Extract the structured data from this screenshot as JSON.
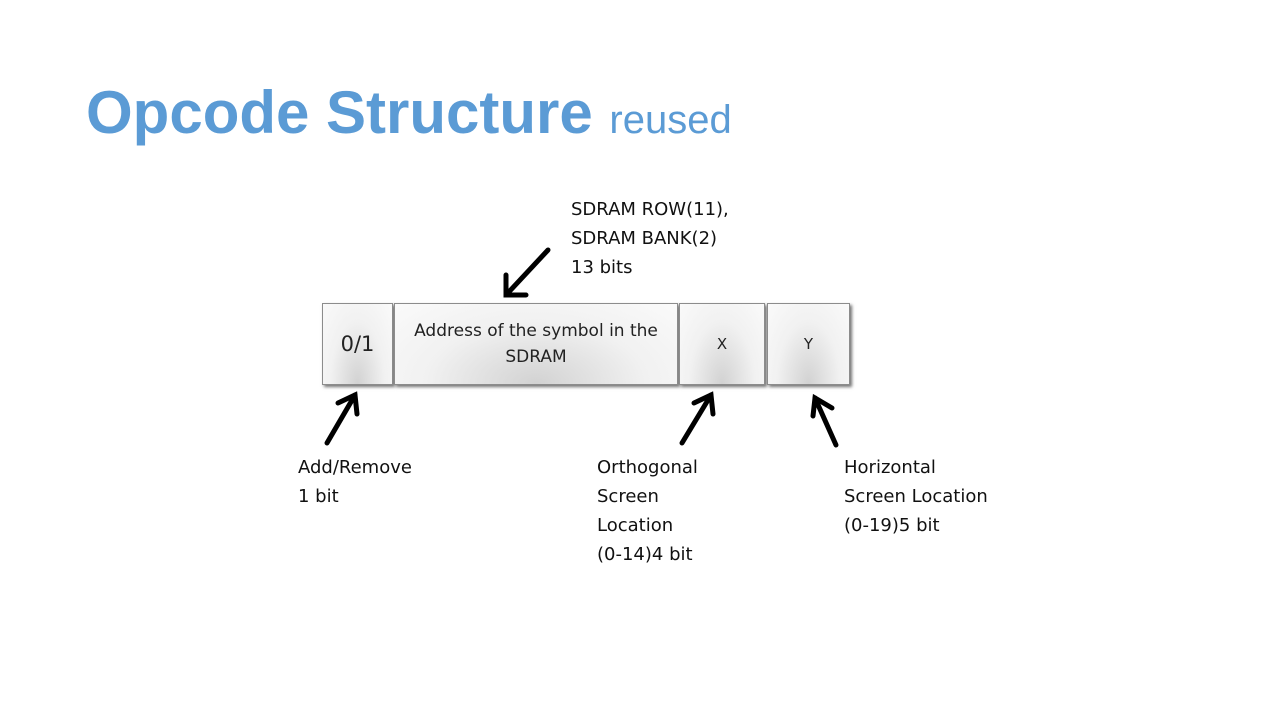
{
  "slide": {
    "title": "Opcode Structure",
    "title_suffix": "reused",
    "title_color": "#5b9bd5"
  },
  "opcode_fields": [
    {
      "text": "0/1"
    },
    {
      "text": "Address of the symbol in the SDRAM"
    },
    {
      "text": "X"
    },
    {
      "text": "Y"
    }
  ],
  "annotations": {
    "address": "SDRAM ROW(11),\nSDRAM BANK(2)\n13 bits",
    "add_remove": "Add/Remove\n1 bit",
    "orthogonal": "Orthogonal\nScreen\nLocation\n(0-14)4 bit",
    "horizontal": "Horizontal\nScreen Location\n(0-19)5 bit"
  }
}
